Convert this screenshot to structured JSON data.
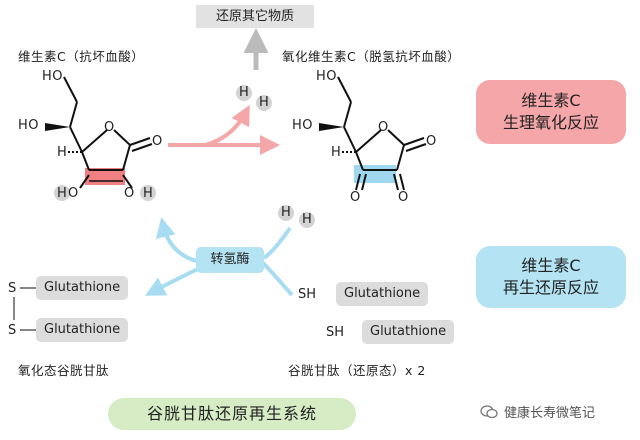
{
  "top_box": "还原其它物质",
  "left_molecule_label": "维生素C（抗坏血酸）",
  "right_molecule_label": "氧化维生素C（脱氢抗坏血酸）",
  "atoms": {
    "HO": "HO",
    "H": "H",
    "O": "O"
  },
  "hydrogen": "H",
  "badge_oxidation": {
    "line1": "维生素C",
    "line2": "生理氧化反应"
  },
  "badge_regeneration": {
    "line1": "维生素C",
    "line2": "再生还原反应"
  },
  "enzyme": "转氢酶",
  "glutathione": "Glutathione",
  "sulfur": "S",
  "sh": "SH",
  "oxidized_label": "氧化态谷胱甘肽",
  "reduced_label": "谷胱甘肽（还原态）x 2",
  "system_title": "谷胱甘肽还原再生系统",
  "watermark": "健康长寿微笔记",
  "colors": {
    "red_arrow": "#f4a6a8",
    "blue_arrow": "#a8dcf2",
    "highlight_red": "#f07f82",
    "highlight_blue": "#9fd7ee",
    "green_title": "#d5ecc5",
    "gray_pill": "#dcdcdc"
  }
}
